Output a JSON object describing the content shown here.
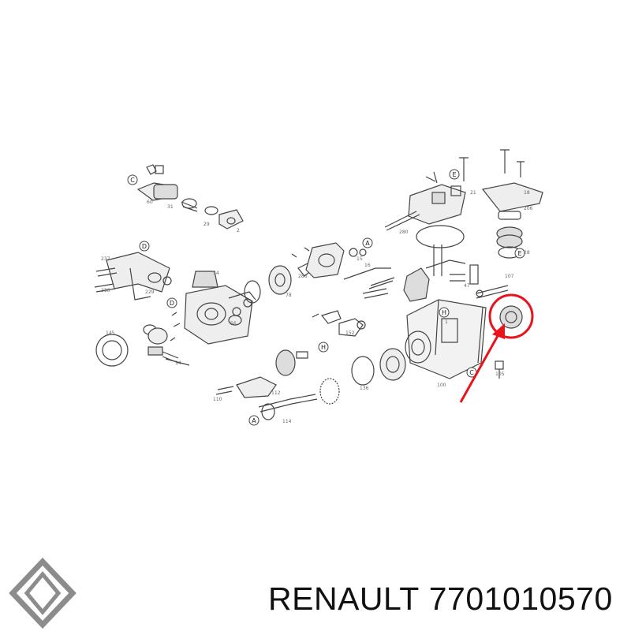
{
  "callouts": [
    {
      "id": "c1",
      "letter": "C"
    },
    {
      "id": "e1",
      "letter": "E"
    },
    {
      "id": "d1",
      "letter": "D"
    },
    {
      "id": "a1",
      "letter": "A"
    },
    {
      "id": "d2",
      "letter": "D"
    },
    {
      "id": "h1",
      "letter": "H"
    },
    {
      "id": "c2",
      "letter": "C"
    },
    {
      "id": "a2",
      "letter": "A"
    },
    {
      "id": "e2",
      "letter": "E"
    },
    {
      "id": "h2",
      "letter": "H"
    }
  ],
  "highlight": {
    "color": "#e8141c"
  },
  "caption": {
    "brand": "RENAULT",
    "part_number": "7701010570"
  },
  "logo": {
    "name": "renault-logo",
    "color": "#8c8c8c"
  }
}
